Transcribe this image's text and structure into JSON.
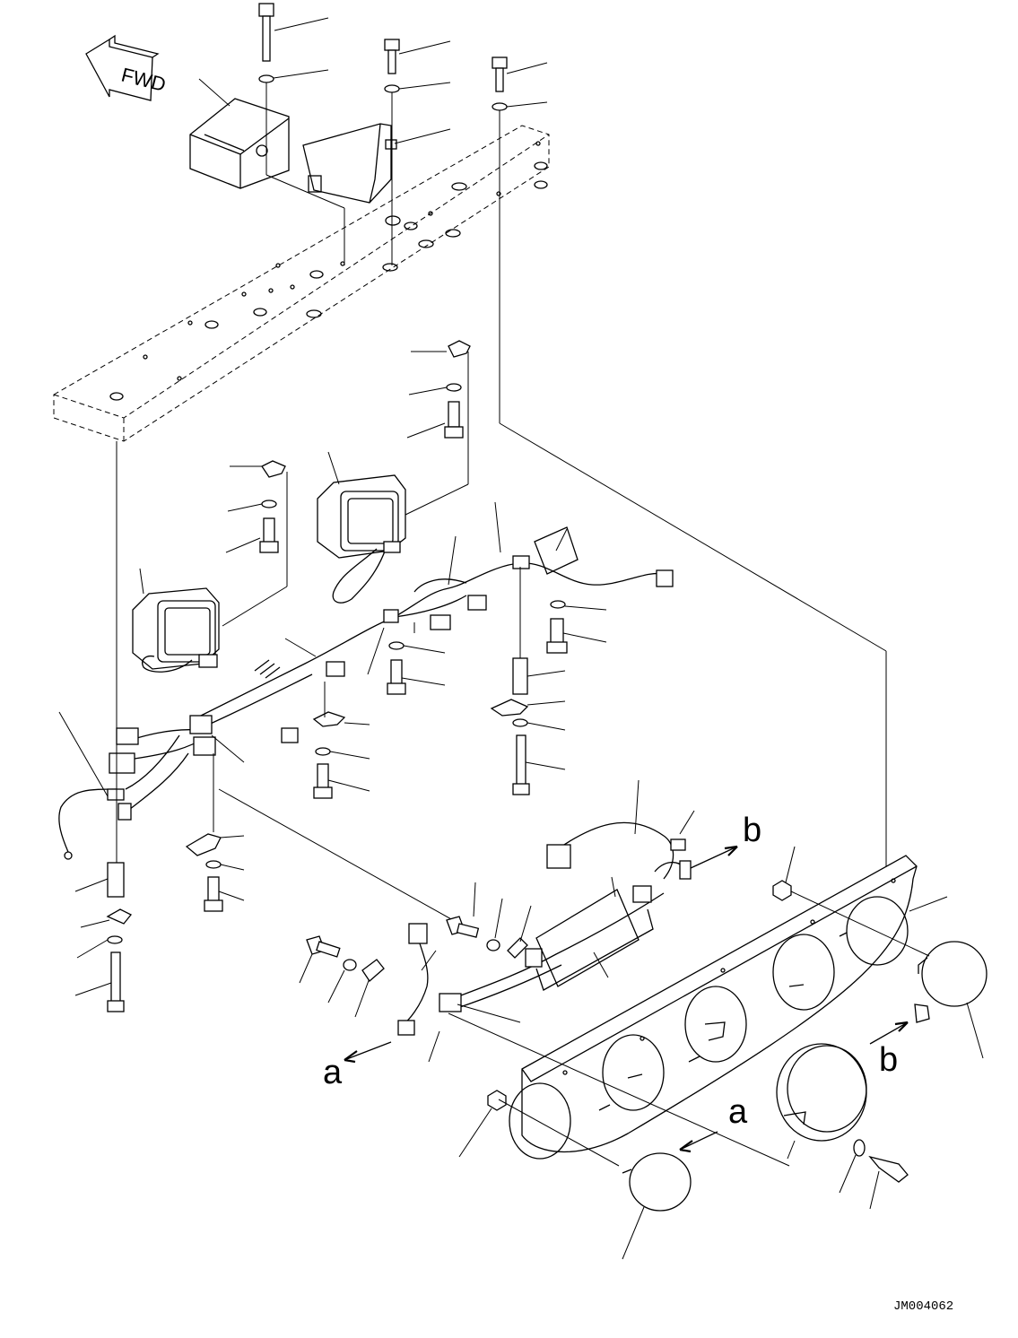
{
  "diagram": {
    "direction_marker": "FWD",
    "callouts": {
      "view_a_1": "a",
      "view_a_2": "a",
      "view_b_1": "b",
      "view_b_2": "b"
    },
    "drawing_code": "JM004062"
  }
}
